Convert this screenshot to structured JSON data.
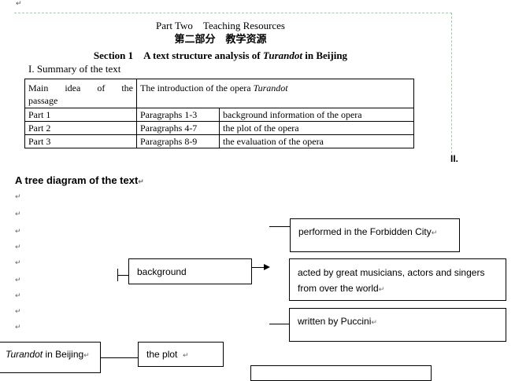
{
  "page": {
    "title_en": "Part Two　Teaching Resources",
    "title_cn": "第二部分　教学资源",
    "section_prefix": "Section 1　A text structure analysis of ",
    "section_italic": "Turandot",
    "section_suffix": " in Beijing",
    "summary_heading": "I. Summary of the text",
    "roman_two": "II.",
    "tree_heading": "A tree diagram of the text"
  },
  "summary_table": {
    "header_main_line1": "Main idea of the",
    "header_main_line2": "passage",
    "header_intro_prefix": "The introduction of the opera ",
    "header_intro_italic": "Turandot",
    "rows": [
      {
        "part": "Part 1",
        "paragraphs": "Paragraphs 1-3",
        "content": "background information of the opera"
      },
      {
        "part": "Part 2",
        "paragraphs": "Paragraphs 4-7",
        "content": "the plot of the opera"
      },
      {
        "part": "Part 3",
        "paragraphs": "Paragraphs 8-9",
        "content": "the evaluation of the opera"
      }
    ]
  },
  "tree": {
    "root_italic": "Turandot",
    "root_suffix": " in Beijing",
    "background": "background",
    "plot": "the plot",
    "performed": "performed in the Forbidden City",
    "acted": "acted by great musicians, actors and singers from over the world",
    "written": "written by Puccini"
  },
  "marks": {
    "return": "↵",
    "paragraph": "↵"
  }
}
